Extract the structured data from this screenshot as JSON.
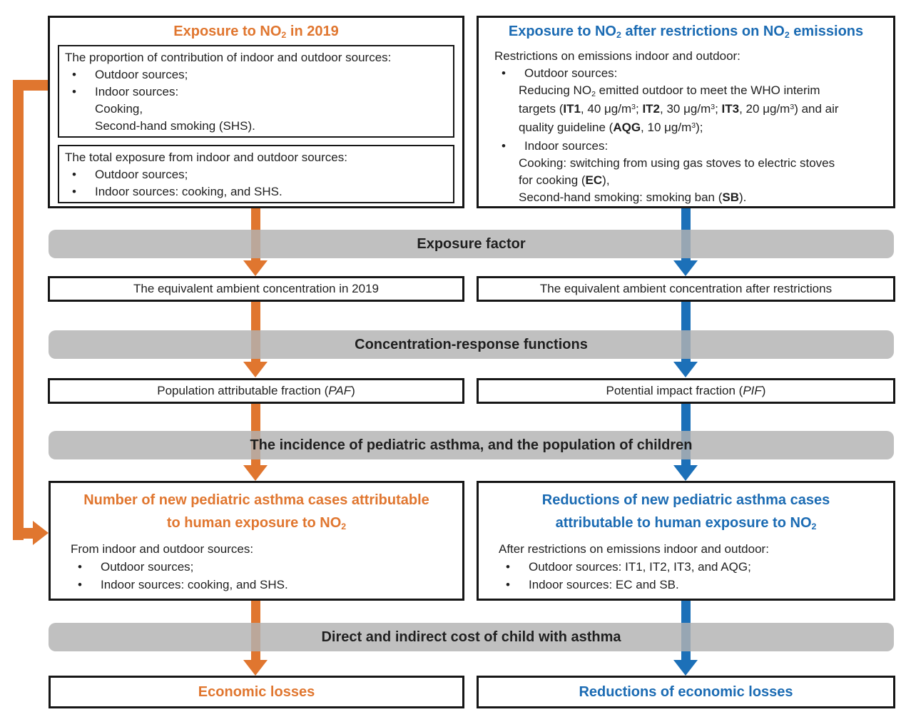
{
  "colors": {
    "orange_accent": "#E0762F",
    "blue_accent": "#1B6BB3",
    "bar_gray": "#B2B2B2",
    "border_black": "#161616"
  },
  "bars": {
    "exposure_factor": "Exposure factor",
    "crf": "Concentration-response functions",
    "incidence": "The incidence of pediatric asthma, and the population of children",
    "cost": "Direct and indirect cost of child with asthma"
  },
  "left": {
    "top": {
      "title": [
        {
          "t": "Exposure to NO"
        },
        {
          "t": "2",
          "s": "sub"
        },
        {
          "t": " in 2019"
        }
      ],
      "box1": {
        "heading": "The proportion of contribution of indoor and outdoor sources:",
        "bullet1": "Outdoor sources;",
        "bullet2": "Indoor sources:",
        "sub1": "Cooking,",
        "sub2": "Second-hand smoking (SHS)."
      },
      "box2": {
        "heading": "The total exposure from indoor and outdoor sources:",
        "bullet1": "Outdoor sources;",
        "bullet2": "Indoor sources: cooking, and SHS."
      }
    },
    "eac": "The equivalent ambient concentration in 2019",
    "paf": [
      {
        "t": "Population attributable fraction ("
      },
      {
        "t": "PAF",
        "s": "i"
      },
      {
        "t": ")"
      }
    ],
    "cases": {
      "title1": "Number of new pediatric asthma cases attributable",
      "title2": [
        {
          "t": "to human exposure to NO"
        },
        {
          "t": "2",
          "s": "sub"
        }
      ],
      "heading": "From indoor and outdoor sources:",
      "bullet1": "Outdoor sources;",
      "bullet2": "Indoor sources: cooking, and SHS."
    },
    "losses": "Economic losses"
  },
  "right": {
    "top": {
      "title": [
        {
          "t": "Exposure to NO"
        },
        {
          "t": "2",
          "s": "sub"
        },
        {
          "t": " after restrictions on NO"
        },
        {
          "t": "2",
          "s": "sub"
        },
        {
          "t": " emissions"
        }
      ],
      "heading": "Restrictions on emissions indoor and outdoor:",
      "bullet1": "Outdoor sources:",
      "reducing": [
        {
          "t": "Reducing NO"
        },
        {
          "t": "2",
          "s": "sub"
        },
        {
          "t": " emitted outdoor to meet the WHO interim"
        }
      ],
      "targets": [
        {
          "t": "targets ("
        },
        {
          "t": "IT1",
          "s": "b"
        },
        {
          "t": ", 40 μg/m"
        },
        {
          "t": "3",
          "s": "sup"
        },
        {
          "t": "; "
        },
        {
          "t": "IT2",
          "s": "b"
        },
        {
          "t": ", 30 μg/m"
        },
        {
          "t": "3",
          "s": "sup"
        },
        {
          "t": "; "
        },
        {
          "t": "IT3",
          "s": "b"
        },
        {
          "t": ", 20 μg/m"
        },
        {
          "t": "3",
          "s": "sup"
        },
        {
          "t": ") and air"
        }
      ],
      "aqg": [
        {
          "t": "quality guideline ("
        },
        {
          "t": "AQG",
          "s": "b"
        },
        {
          "t": ", 10 μg/m"
        },
        {
          "t": "3",
          "s": "sup"
        },
        {
          "t": ");"
        }
      ],
      "bullet2": "Indoor sources:",
      "cooking": "Cooking: switching from using gas stoves to electric stoves",
      "ec": [
        {
          "t": "for cooking ("
        },
        {
          "t": "EC",
          "s": "b"
        },
        {
          "t": "),"
        }
      ],
      "sb": [
        {
          "t": "Second-hand smoking: smoking ban ("
        },
        {
          "t": "SB",
          "s": "b"
        },
        {
          "t": ")."
        }
      ]
    },
    "eac": "The equivalent ambient concentration after restrictions",
    "pif": [
      {
        "t": "Potential impact fraction ("
      },
      {
        "t": "PIF",
        "s": "i"
      },
      {
        "t": ")"
      }
    ],
    "cases": {
      "title1": "Reductions of new pediatric asthma cases",
      "title2": [
        {
          "t": "attributable to human exposure to NO"
        },
        {
          "t": "2",
          "s": "sub"
        }
      ],
      "heading": "After restrictions on emissions indoor and outdoor:",
      "bullet1": "Outdoor sources: IT1, IT2, IT3, and AQG;",
      "bullet2": "Indoor sources: EC and SB."
    },
    "losses": "Reductions of economic losses"
  }
}
